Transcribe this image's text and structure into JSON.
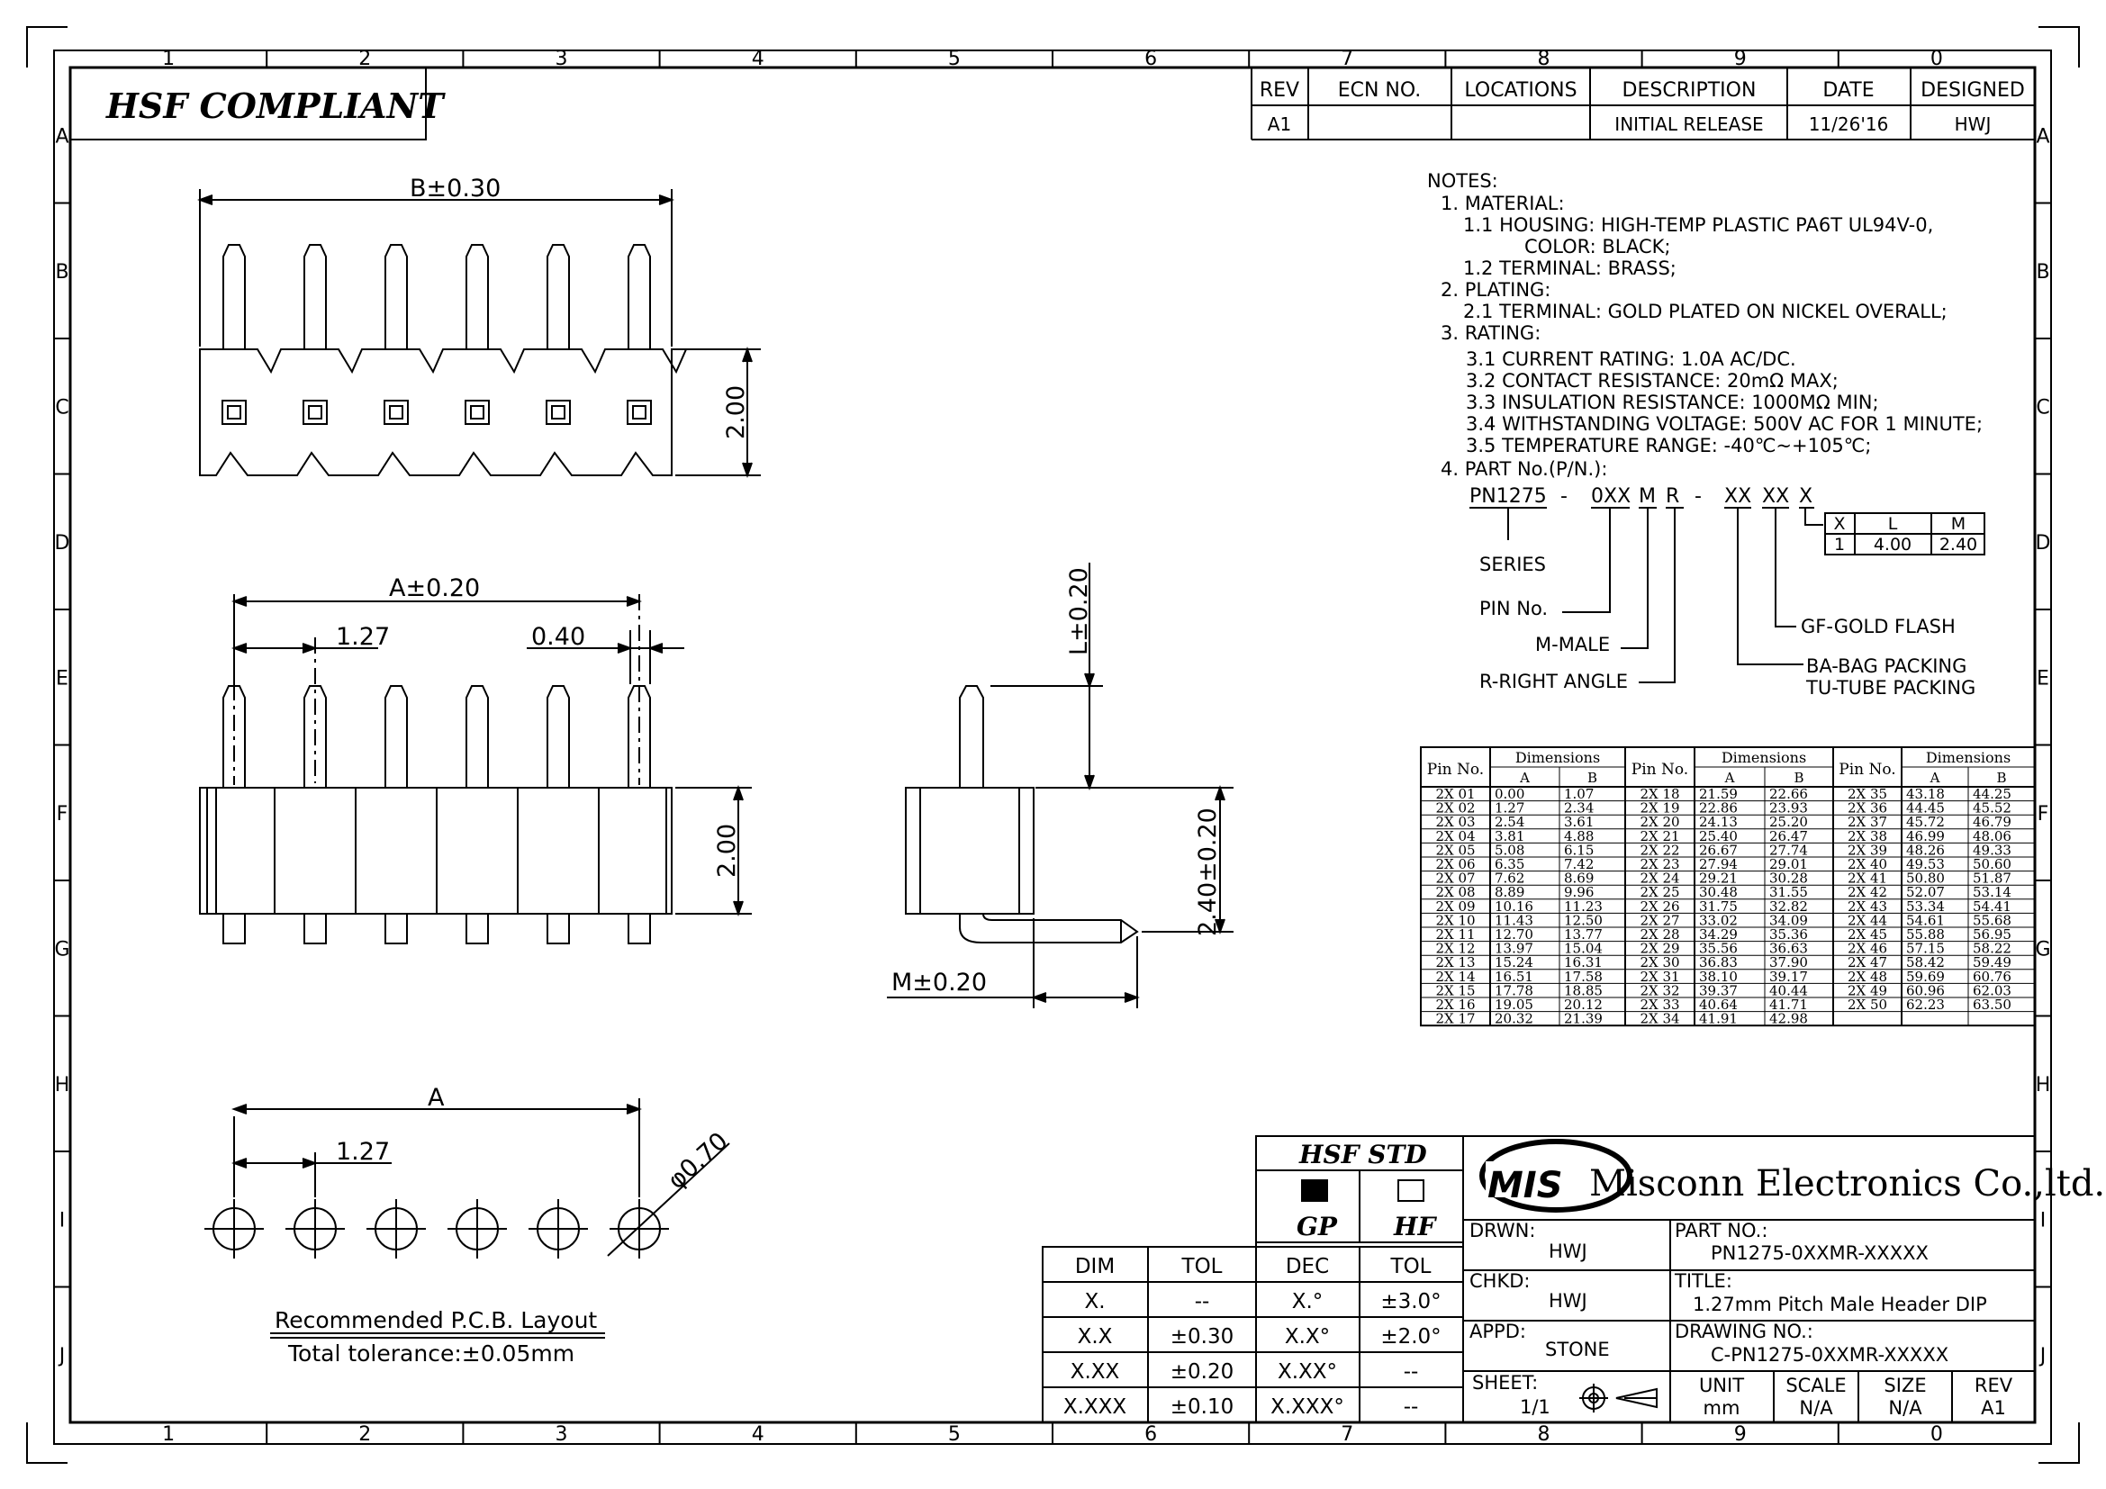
{
  "frame": {
    "col_labels": [
      "1",
      "2",
      "3",
      "4",
      "5",
      "6",
      "7",
      "8",
      "9",
      "0"
    ],
    "row_labels": [
      "A",
      "B",
      "C",
      "D",
      "E",
      "F",
      "G",
      "H",
      "I",
      "J"
    ]
  },
  "hsf_compliant": "HSF  COMPLIANT",
  "revision": {
    "headers": [
      "REV",
      "ECN  NO.",
      "LOCATIONS",
      "DESCRIPTION",
      "DATE",
      "DESIGNED"
    ],
    "row": [
      "A1",
      "",
      "",
      "INITIAL  RELEASE",
      "11/26'16",
      "HWJ"
    ]
  },
  "notes": [
    "NOTES:",
    "1. MATERIAL:",
    "1.1 HOUSING:  HIGH-TEMP PLASTIC PA6T UL94V-0,",
    "COLOR:  BLACK;",
    "1.2 TERMINAL:  BRASS;",
    "2. PLATING:",
    "2.1 TERMINAL:  GOLD PLATED ON NICKEL OVERALL;",
    "3. RATING:",
    "3.1 CURRENT RATING:  1.0A AC/DC.",
    "3.2 CONTACT RESISTANCE:  20mΩ MAX;",
    "3.3 INSULATION RESISTANCE:  1000MΩ MIN;",
    "3.4 WITHSTANDING VOLTAGE:  500V AC FOR 1 MINUTE;",
    "3.5 TEMPERATURE RANGE:  -40℃~+105℃;",
    "4. PART No.(P/N.):"
  ],
  "part_code": {
    "segments": [
      "PN1275",
      "-",
      "0XX",
      "M",
      "R",
      "-",
      "XX",
      "XX",
      "X"
    ],
    "callouts": [
      "SERIES",
      "PIN  No.",
      "M-MALE",
      "R-RIGHT ANGLE",
      "GF-GOLD FLASH",
      "BA-BAG PACKING",
      "TU-TUBE PACKING"
    ],
    "xlm_headers": [
      "X",
      "L",
      "M"
    ],
    "xlm_values": [
      "1",
      "4.00",
      "2.40"
    ]
  },
  "dims": {
    "b_030": "B±0.30",
    "h200a": "2.00",
    "a_020": "A±0.20",
    "p127a": "1.27",
    "w040": "0.40",
    "h200b": "2.00",
    "l_020": "L±0.20",
    "h240": "2.40±0.20",
    "m_020": "M±0.20",
    "a": "A",
    "p127b": "1.27",
    "phi070": "φ0.70",
    "pcb_title": "Recommended  P.C.B.  Layout",
    "pcb_tol": "Total  tolerance:±0.05mm"
  },
  "pin_table": {
    "header_pin": "Pin No.",
    "header_dim": "Dimensions",
    "header_a": "A",
    "header_b": "B",
    "rows": [
      [
        "2X 01",
        "0.00",
        "1.07",
        "2X 18",
        "21.59",
        "22.66",
        "2X 35",
        "43.18",
        "44.25"
      ],
      [
        "2X 02",
        "1.27",
        "2.34",
        "2X 19",
        "22.86",
        "23.93",
        "2X 36",
        "44.45",
        "45.52"
      ],
      [
        "2X 03",
        "2.54",
        "3.61",
        "2X 20",
        "24.13",
        "25.20",
        "2X 37",
        "45.72",
        "46.79"
      ],
      [
        "2X 04",
        "3.81",
        "4.88",
        "2X 21",
        "25.40",
        "26.47",
        "2X 38",
        "46.99",
        "48.06"
      ],
      [
        "2X 05",
        "5.08",
        "6.15",
        "2X 22",
        "26.67",
        "27.74",
        "2X 39",
        "48.26",
        "49.33"
      ],
      [
        "2X 06",
        "6.35",
        "7.42",
        "2X 23",
        "27.94",
        "29.01",
        "2X 40",
        "49.53",
        "50.60"
      ],
      [
        "2X 07",
        "7.62",
        "8.69",
        "2X 24",
        "29.21",
        "30.28",
        "2X 41",
        "50.80",
        "51.87"
      ],
      [
        "2X 08",
        "8.89",
        "9.96",
        "2X 25",
        "30.48",
        "31.55",
        "2X 42",
        "52.07",
        "53.14"
      ],
      [
        "2X 09",
        "10.16",
        "11.23",
        "2X 26",
        "31.75",
        "32.82",
        "2X 43",
        "53.34",
        "54.41"
      ],
      [
        "2X 10",
        "11.43",
        "12.50",
        "2X 27",
        "33.02",
        "34.09",
        "2X 44",
        "54.61",
        "55.68"
      ],
      [
        "2X 11",
        "12.70",
        "13.77",
        "2X 28",
        "34.29",
        "35.36",
        "2X 45",
        "55.88",
        "56.95"
      ],
      [
        "2X 12",
        "13.97",
        "15.04",
        "2X 29",
        "35.56",
        "36.63",
        "2X 46",
        "57.15",
        "58.22"
      ],
      [
        "2X 13",
        "15.24",
        "16.31",
        "2X 30",
        "36.83",
        "37.90",
        "2X 47",
        "58.42",
        "59.49"
      ],
      [
        "2X 14",
        "16.51",
        "17.58",
        "2X 31",
        "38.10",
        "39.17",
        "2X 48",
        "59.69",
        "60.76"
      ],
      [
        "2X 15",
        "17.78",
        "18.85",
        "2X 32",
        "39.37",
        "40.44",
        "2X 49",
        "60.96",
        "62.03"
      ],
      [
        "2X 16",
        "19.05",
        "20.12",
        "2X 33",
        "40.64",
        "41.71",
        "2X 50",
        "62.23",
        "63.50"
      ],
      [
        "2X 17",
        "20.32",
        "21.39",
        "2X 34",
        "41.91",
        "42.98",
        "",
        ""
      ]
    ]
  },
  "hsf_std": {
    "title": "HSF  STD",
    "gp": "GP",
    "hf": "HF"
  },
  "tolerance": {
    "headers": [
      "DIM",
      "TOL",
      "DEC",
      "TOL"
    ],
    "rows": [
      [
        "X.",
        "--",
        "X.°",
        "±3.0°"
      ],
      [
        "X.X",
        "±0.30",
        "X.X°",
        "±2.0°"
      ],
      [
        "X.XX",
        "±0.20",
        "X.XX°",
        "--"
      ],
      [
        "X.XXX",
        "±0.10",
        "X.XXX°",
        "--"
      ]
    ]
  },
  "title_block": {
    "logo": "MIS",
    "company": "Misconn Electronics Co.,ltd.",
    "drwn_label": "DRWN:",
    "drwn": "HWJ",
    "chkd_label": "CHKD:",
    "chkd": "HWJ",
    "appd_label": "APPD:",
    "appd": "STONE",
    "partno_label": "PART  NO.:",
    "partno": "PN1275-0XXMR-XXXXX",
    "title_label": "TITLE:",
    "title": "1.27mm  Pitch  Male  Header  DIP",
    "drawing_label": "DRAWING  NO.:",
    "drawing": "C-PN1275-0XXMR-XXXXX",
    "sheet_label": "SHEET:",
    "sheet": "1/1",
    "unit_label": "UNIT",
    "unit": "mm",
    "scale_label": "SCALE",
    "scale": "N/A",
    "size_label": "SIZE",
    "size": "N/A",
    "rev_label": "REV",
    "rev": "A1"
  }
}
